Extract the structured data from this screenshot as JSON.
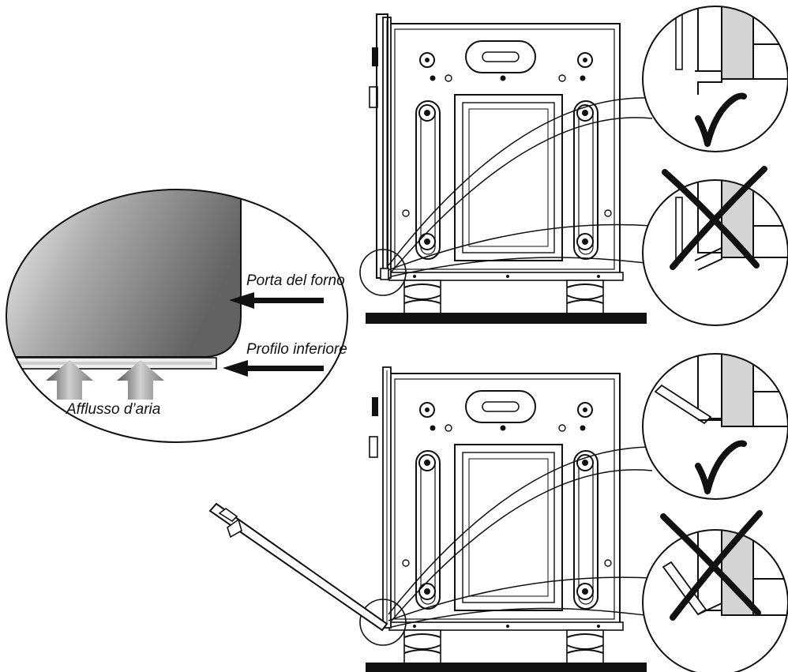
{
  "labels": {
    "door": "Porta del forno",
    "bottom_profile": "Profilo inferiore",
    "airflow": "Afflusso d’aria"
  },
  "marks": {
    "correct": "check-mark",
    "incorrect": "x-mark"
  },
  "colors": {
    "ink": "#111111",
    "panel_dark": "#6f6f6f",
    "panel_light": "#f2f2f2",
    "detail_gray": "#d4d4d4"
  }
}
